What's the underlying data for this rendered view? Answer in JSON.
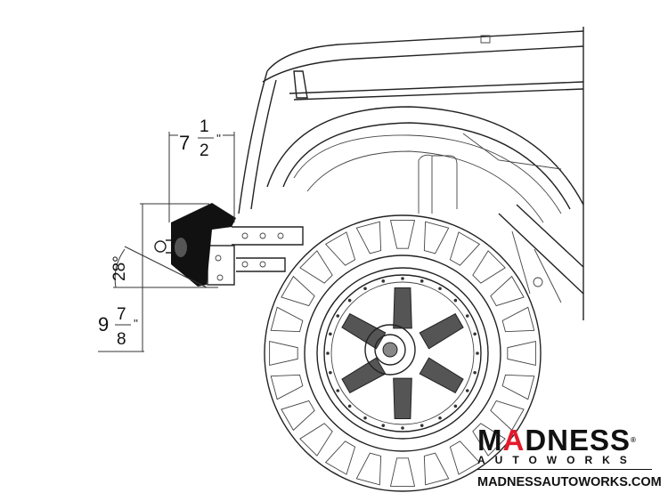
{
  "dimensions": {
    "width": {
      "whole": "7",
      "numerator": "1",
      "denominator": "2",
      "unit": "''"
    },
    "height": {
      "whole": "9",
      "numerator": "7",
      "denominator": "8",
      "unit": "''"
    },
    "angle": "28°"
  },
  "logo": {
    "brand_pre": "M",
    "brand_a": "A",
    "brand_post": "DNESS",
    "registered": "®",
    "tagline": "AUTOWORKS",
    "url": "MADNESSAUTOWORKS.COM",
    "accent_color": "#e3192b"
  },
  "wheel": {
    "tread_blocks": 24,
    "spokes": 6
  }
}
